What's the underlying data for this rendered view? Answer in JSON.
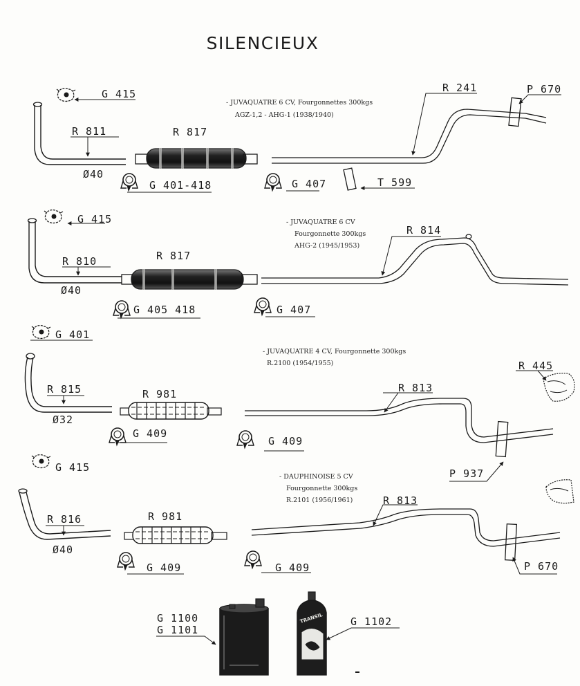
{
  "title": "SILENCIEUX",
  "sections": [
    {
      "caption": [
        "- JUVAQUATRE 6 CV, Fourgonnettes 300kgs",
        "AGZ-1,2 - AHG-1 (1938/1940)"
      ],
      "parts": {
        "clamp_top": "G 415",
        "front_pipe": "R 811",
        "diameter": "Ø40",
        "muffler": "R 817",
        "muffler_clamp": "G 401-418",
        "rear_clamp": "G 407",
        "tail_pipe": "R 241",
        "hanger": "P 670",
        "bracket": "T 599"
      }
    },
    {
      "caption": [
        "- JUVAQUATRE 6 CV",
        "Fourgonnette 300kgs",
        "AHG-2 (1945/1953)"
      ],
      "parts": {
        "clamp_top": "G 415",
        "front_pipe": "R 810",
        "diameter": "Ø40",
        "muffler": "R 817",
        "muffler_clamp": "G 405 418",
        "rear_clamp": "G 407",
        "tail_pipe": "R 814",
        "extra_clamp": "G 401"
      }
    },
    {
      "caption": [
        "- JUVAQUATRE 4 CV, Fourgonnette 300kgs",
        "R.2100 (1954/1955)"
      ],
      "parts": {
        "front_pipe": "R 815",
        "diameter": "Ø32",
        "muffler": "R 981",
        "muffler_clamp": "G 409",
        "rear_clamp": "G 409",
        "tail_pipe": "R 813",
        "mount": "R 445",
        "hanger": "P 937"
      }
    },
    {
      "caption": [
        "- DAUPHINOISE 5 CV",
        "Fourgonnette 300kgs",
        "R.2101 (1956/1961)"
      ],
      "parts": {
        "clamp_top": "G 415",
        "front_pipe": "R 816",
        "diameter": "Ø40",
        "muffler": "R 981",
        "muffler_clamp": "G 409",
        "rear_clamp": "G 409",
        "tail_pipe": "R 813",
        "hanger": "P 670"
      }
    }
  ],
  "products": {
    "tin_a": "G 1100",
    "tin_b": "G 1101",
    "spray_can": "G 1102",
    "spray_brand": "TRANSIL"
  }
}
